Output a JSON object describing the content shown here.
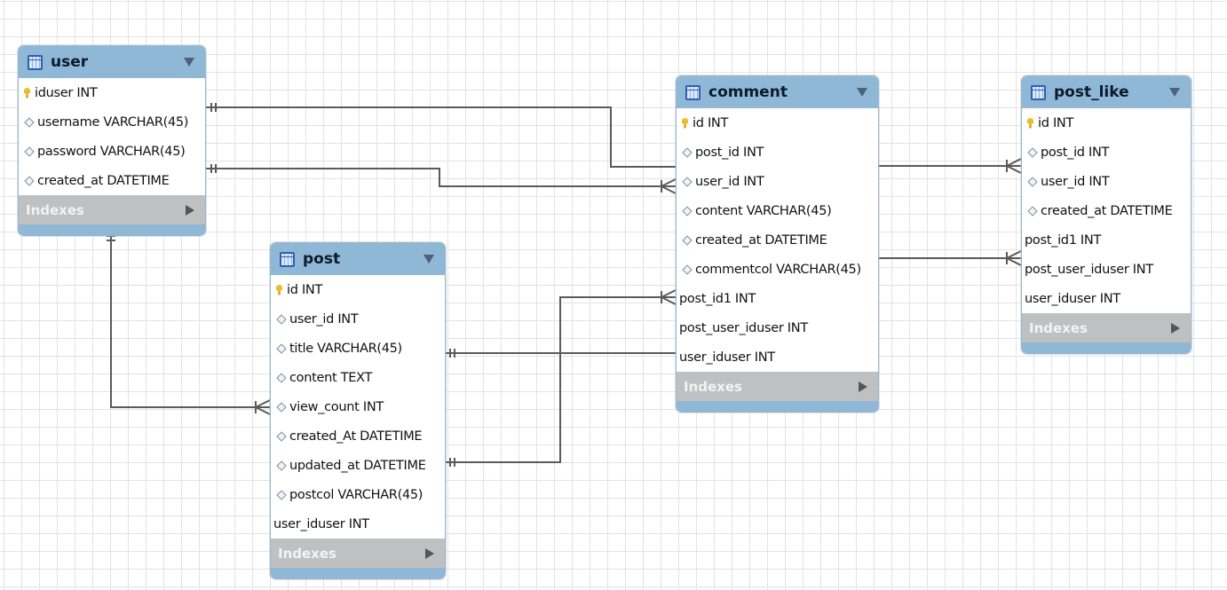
{
  "diagram": {
    "entities": {
      "user": {
        "name": "user",
        "columns": [
          {
            "label": "iduser INT",
            "kind": "pk"
          },
          {
            "label": "username VARCHAR(45)",
            "kind": "attr"
          },
          {
            "label": "password VARCHAR(45)",
            "kind": "attr"
          },
          {
            "label": "created_at DATETIME",
            "kind": "attr"
          }
        ],
        "indexes_label": "Indexes"
      },
      "post": {
        "name": "post",
        "columns": [
          {
            "label": "id INT",
            "kind": "pk"
          },
          {
            "label": "user_id INT",
            "kind": "attr"
          },
          {
            "label": "title VARCHAR(45)",
            "kind": "attr"
          },
          {
            "label": "content TEXT",
            "kind": "attr"
          },
          {
            "label": "view_count INT",
            "kind": "attr"
          },
          {
            "label": "created_At DATETIME",
            "kind": "attr"
          },
          {
            "label": "updated_at DATETIME",
            "kind": "attr"
          },
          {
            "label": "postcol VARCHAR(45)",
            "kind": "attr"
          },
          {
            "label": "user_iduser INT",
            "kind": "fk"
          }
        ],
        "indexes_label": "Indexes"
      },
      "comment": {
        "name": "comment",
        "columns": [
          {
            "label": "id INT",
            "kind": "pk"
          },
          {
            "label": "post_id INT",
            "kind": "attr"
          },
          {
            "label": "user_id INT",
            "kind": "attr"
          },
          {
            "label": "content VARCHAR(45)",
            "kind": "attr"
          },
          {
            "label": "created_at DATETIME",
            "kind": "attr"
          },
          {
            "label": "commentcol VARCHAR(45)",
            "kind": "attr"
          },
          {
            "label": "post_id1 INT",
            "kind": "fk"
          },
          {
            "label": "post_user_iduser INT",
            "kind": "fk"
          },
          {
            "label": "user_iduser INT",
            "kind": "fk"
          }
        ],
        "indexes_label": "Indexes"
      },
      "post_like": {
        "name": "post_like",
        "columns": [
          {
            "label": "id INT",
            "kind": "pk"
          },
          {
            "label": "post_id INT",
            "kind": "attr"
          },
          {
            "label": "user_id INT",
            "kind": "attr"
          },
          {
            "label": "created_at DATETIME",
            "kind": "attr"
          },
          {
            "label": "post_id1 INT",
            "kind": "fk"
          },
          {
            "label": "post_user_iduser INT",
            "kind": "fk"
          },
          {
            "label": "user_iduser INT",
            "kind": "fk"
          }
        ],
        "indexes_label": "Indexes"
      }
    },
    "relationships": [
      {
        "from": "user",
        "to": "comment",
        "cardinality": "one-to-many"
      },
      {
        "from": "user",
        "to": "comment",
        "cardinality": "one-to-many"
      },
      {
        "from": "user",
        "to": "post",
        "cardinality": "one-to-many"
      },
      {
        "from": "post",
        "to": "comment",
        "cardinality": "one-to-many"
      },
      {
        "from": "post",
        "to": "comment",
        "cardinality": "one-to-one"
      },
      {
        "from": "comment",
        "to": "post_like",
        "cardinality": "one-to-many"
      },
      {
        "from": "comment",
        "to": "post_like",
        "cardinality": "one-to-many"
      }
    ],
    "colors": {
      "header": "#8fb7d6",
      "indexes_bar": "#bfc0c1",
      "connector": "#5a5a5a",
      "grid": "#e3e3e3"
    }
  }
}
